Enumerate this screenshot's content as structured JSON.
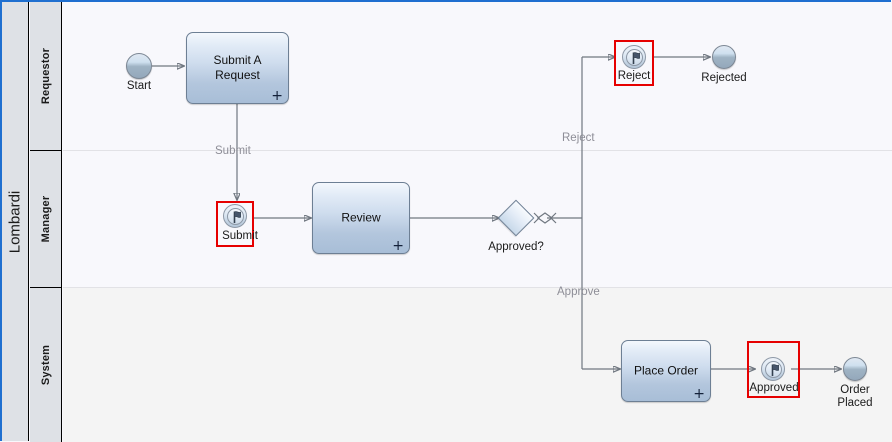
{
  "pool": {
    "name": "Lombardi"
  },
  "lanes": [
    {
      "name": "Requestor"
    },
    {
      "name": "Manager"
    },
    {
      "name": "System"
    }
  ],
  "nodes": {
    "start": {
      "label": "Start",
      "type": "start-event"
    },
    "submit_task": {
      "label": "Submit A\nRequest",
      "type": "task",
      "marker": "+"
    },
    "submit_event": {
      "label": "Submit",
      "type": "intermediate-event",
      "selected": true
    },
    "review": {
      "label": "Review",
      "type": "task",
      "marker": "+"
    },
    "gateway": {
      "label": "Approved?",
      "type": "exclusive-gateway"
    },
    "reject_event": {
      "label": "Reject",
      "type": "intermediate-event",
      "selected": true
    },
    "rejected_end": {
      "label": "Rejected",
      "type": "end-event"
    },
    "place_order": {
      "label": "Place Order",
      "type": "task",
      "marker": "+"
    },
    "approved_event": {
      "label": "Approved",
      "type": "intermediate-event",
      "selected": true
    },
    "order_placed": {
      "label": "Order\nPlaced",
      "type": "end-event"
    }
  },
  "flows": {
    "submit": {
      "label": "Submit"
    },
    "reject": {
      "label": "Reject"
    },
    "approve": {
      "label": "Approve"
    }
  },
  "colors": {
    "pool_border": "#1f6fd0",
    "lane_header_fill": "#dee1e6",
    "selection": "#e60000",
    "lane_bg_light": "#f8f8fc",
    "lane_bg_gray": "#f4f4f4",
    "connector": "#707780",
    "flow_label": "#8e8e97"
  }
}
